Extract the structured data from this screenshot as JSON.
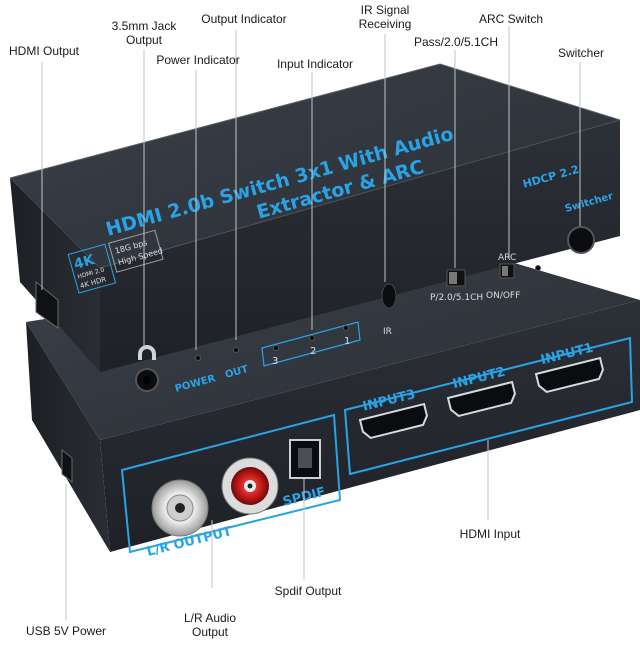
{
  "callouts": {
    "hdmi_output": "HDMI Output",
    "jack_output": "3.5mm Jack\nOutput",
    "output_indicator": "Output Indicator",
    "power_indicator": "Power Indicator",
    "input_indicator": "Input Indicator",
    "ir_receiving": "IR Signal\nReceiving",
    "arc_switch": "ARC Switch",
    "pass_mode": "Pass/2.0/5.1CH",
    "switcher": "Switcher",
    "hdmi_input": "HDMI Input",
    "spdif_output": "Spdif Output",
    "lr_audio_output": "L/R Audio\nOutput",
    "usb_power": "USB 5V Power"
  },
  "device_top": {
    "title_line1": "HDMI 2.0b Switch 3x1 With Audio",
    "title_line2": "Extractor & ARC",
    "hdcp": "HDCP 2.2",
    "switcher_label": "Switcher",
    "badge_4k": "4K",
    "badge_hdmi": "HDMI 2.0",
    "badge_4k_hdr": "4K  HDR",
    "speed_line1": "18G bps",
    "speed_line2": "High Speed",
    "power_label": "POWER",
    "out_label": "OUT",
    "led_3": "3",
    "led_2": "2",
    "led_1": "1",
    "ir_label": "IR",
    "pass_label": "P/2.0/5.1CH",
    "arc_label": "ARC",
    "arc_state": "ON/OFF"
  },
  "device_bottom": {
    "input1": "INPUT1",
    "input2": "INPUT2",
    "input3": "INPUT3",
    "lr_output": "L/R OUTPUT",
    "spdif": "SPDIF"
  },
  "colors": {
    "accent": "#2aa3e6",
    "body": "#2b2f36"
  }
}
